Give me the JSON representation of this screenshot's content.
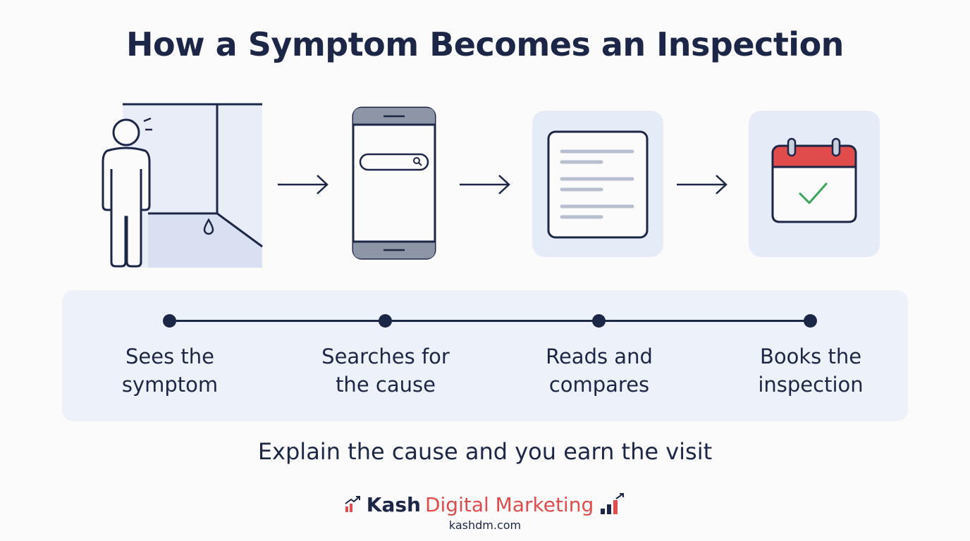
{
  "title": "How a Symptom Becomes an Inspection",
  "steps": [
    {
      "line1": "Sees the",
      "line2": "symptom",
      "icon": "person-leak-icon"
    },
    {
      "line1": "Searches for",
      "line2": "the cause",
      "icon": "phone-search-icon"
    },
    {
      "line1": "Reads and",
      "line2": "compares",
      "icon": "document-icon"
    },
    {
      "line1": "Books the",
      "line2": "inspection",
      "icon": "calendar-check-icon"
    }
  ],
  "tagline": "Explain the cause and you earn the visit",
  "brand": {
    "name_part1": "Kash",
    "name_part2": "Digital Marketing",
    "url": "kashdm.com"
  },
  "colors": {
    "navy": "#1c2747",
    "panel": "#edf1fa",
    "accent_red": "#e04b4b",
    "check_green": "#3aa65a"
  }
}
